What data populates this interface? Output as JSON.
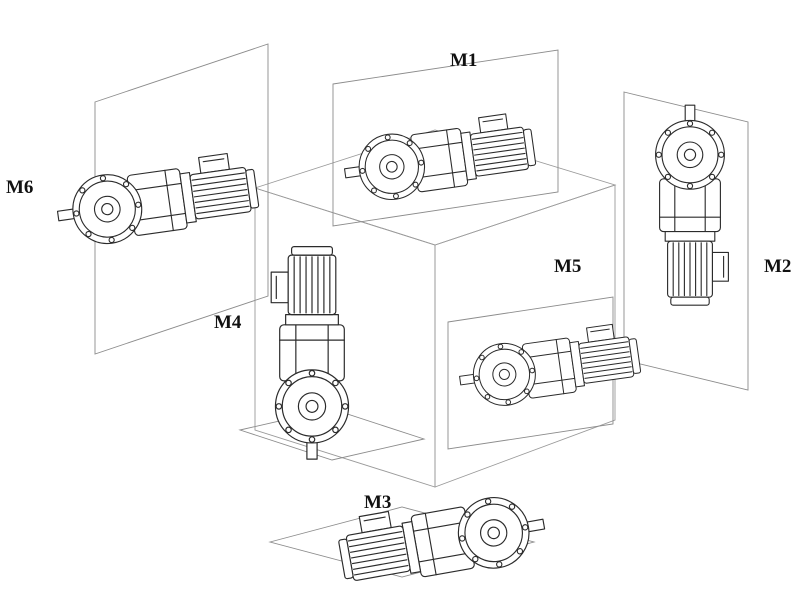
{
  "diagram": {
    "labels": {
      "m1": "M1",
      "m2": "M2",
      "m3": "M3",
      "m4": "M4",
      "m5": "M5",
      "m6": "M6"
    }
  },
  "colors": {
    "line": "#2b2b2b",
    "plane": "#8c8c8c",
    "cube": "#9a9a9a",
    "label": "#111111",
    "background": "#ffffff"
  }
}
